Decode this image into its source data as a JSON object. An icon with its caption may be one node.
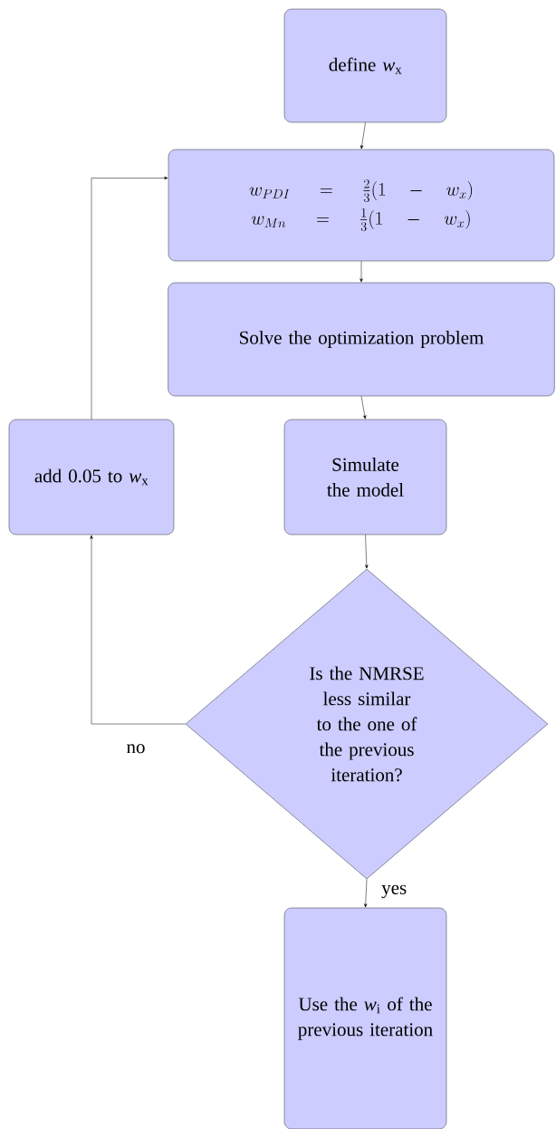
{
  "diagram": {
    "nodes": [
      {
        "text": [
          "define *w*$_{x}$"
        ]
      },
      {
        "text": [
          "w_{PDI} \\;=\\; \\tfrac{2}{3}(1 \\;-\\; w_x)",
          "w_{Mn} \\;=\\; \\tfrac{1}{3}(1 \\;-\\; w_x)"
        ]
      },
      {
        "text": [
          "Solve the optimization problem"
        ]
      },
      {
        "text": [
          "Simulate the model"
        ]
      },
      {
        "text": [
          "Is the NMRSE less similar to the one of the previous iteration?"
        ]
      },
      {
        "text": [
          "add 0.05 to *w*$_{x}$"
        ]
      },
      {
        "text": [
          "Use the *w*$_{i}$ of the previous iteration"
        ]
      }
    ],
    "edges": [
      {
        "from": 0,
        "to": 1,
        "arrow": "to"
      },
      {
        "from": 1,
        "to": 2,
        "arrow": "to"
      },
      {
        "from": 2,
        "to": 3,
        "arrow": "to"
      },
      {
        "from": 3,
        "to": 4,
        "arrow": "to"
      },
      {
        "from": 4,
        "to": 5,
        "arrow": "to",
        "label": "no"
      },
      {
        "from": 5,
        "to": 1,
        "arrow": "to"
      },
      {
        "from": 4,
        "to": 6,
        "arrow": "to",
        "label": "yes"
      }
    ]
  }
}
